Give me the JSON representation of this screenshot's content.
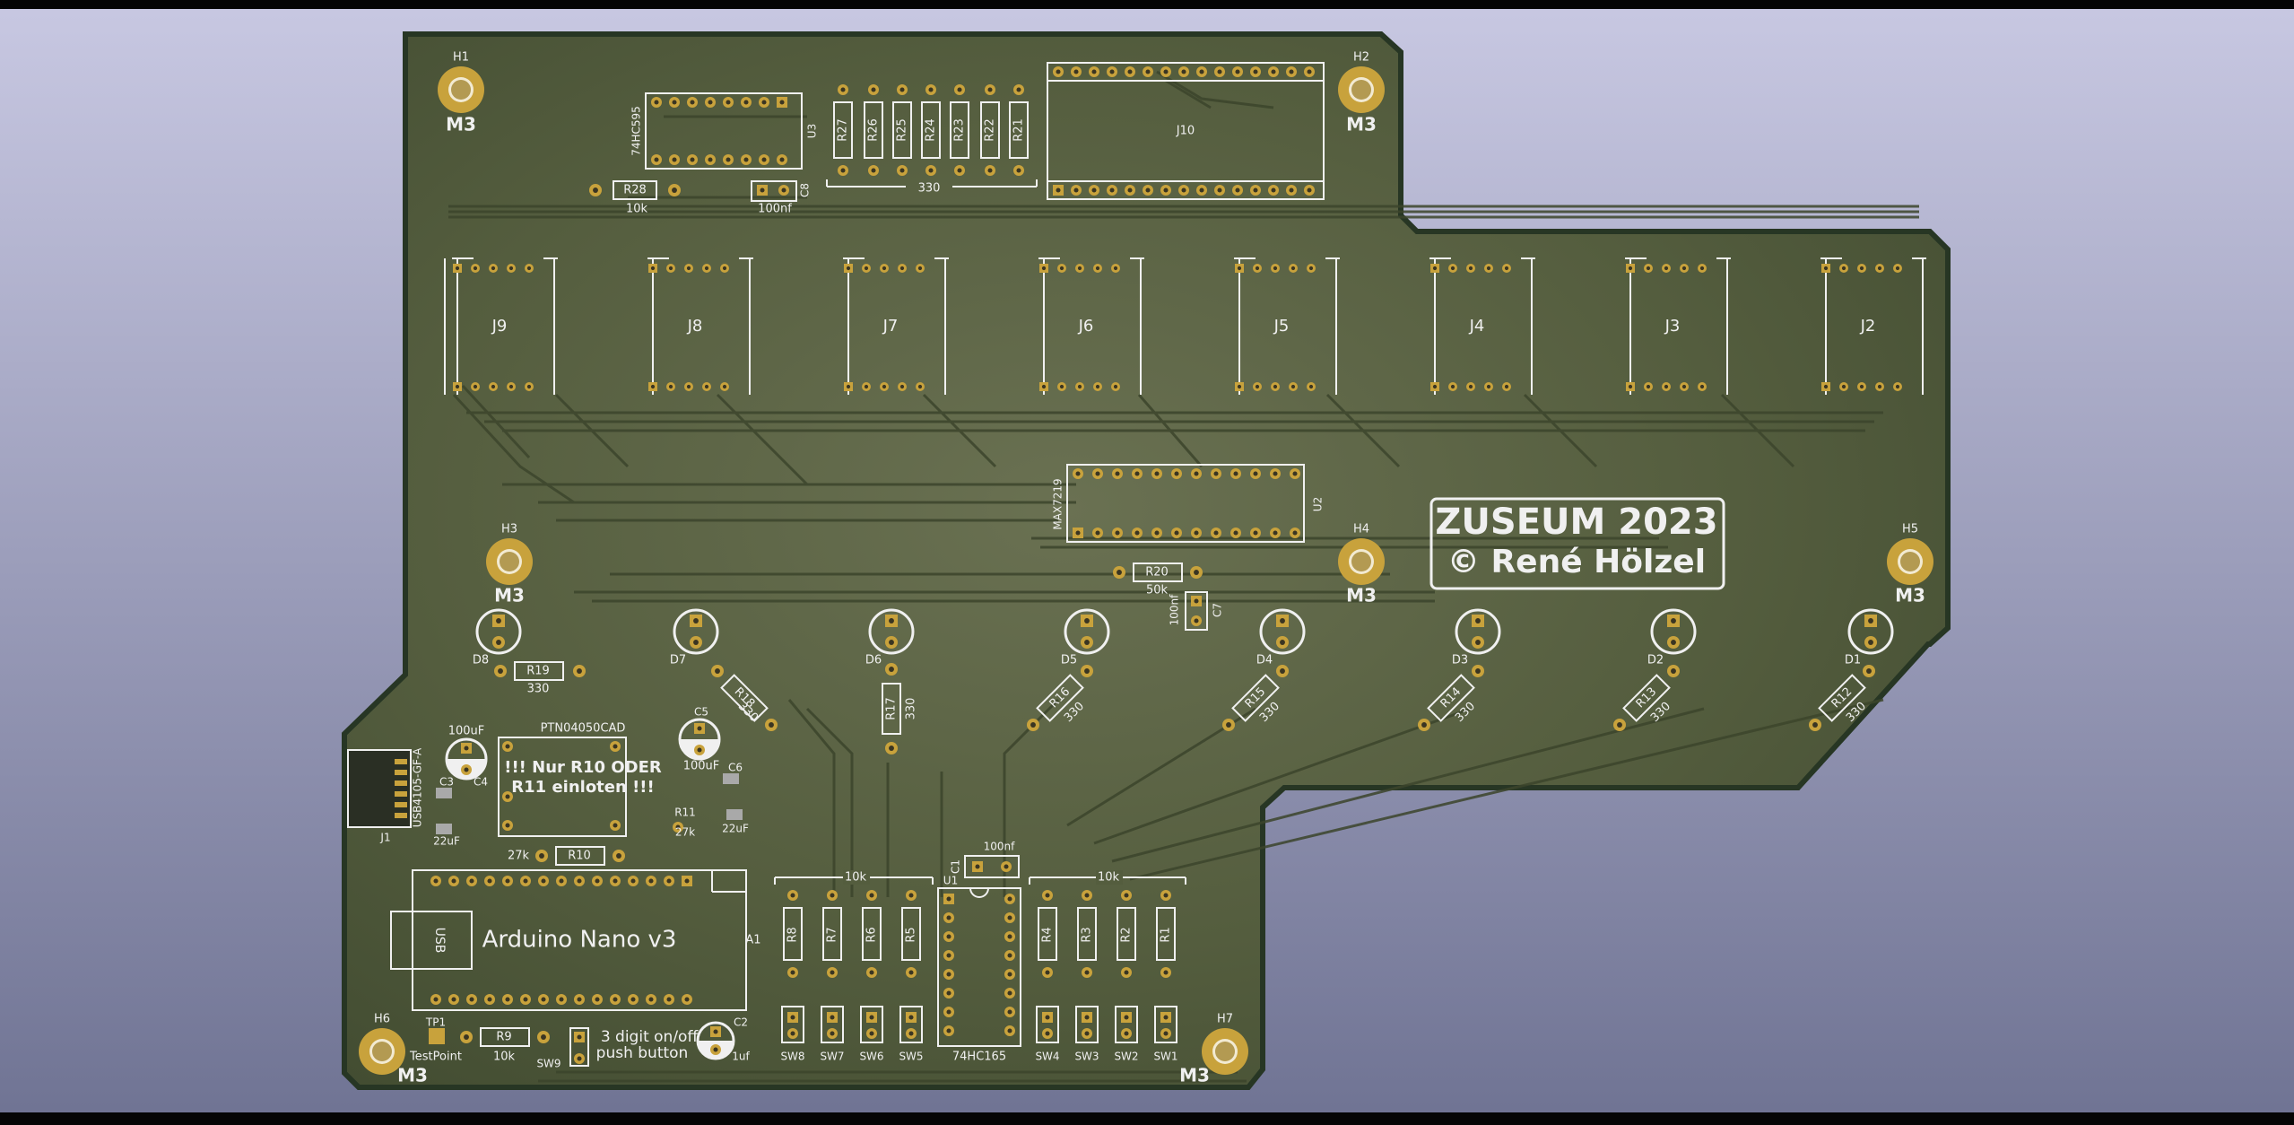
{
  "colors": {
    "background_top": "#c8c8e0",
    "background_bottom": "#6f7393",
    "board_fill": "#4c5638",
    "board_fill_light": "#6d7454",
    "board_edge": "#2a3a28",
    "track": "#3f482e",
    "pad": "#c8a23c",
    "pad_hole": "#3a3522",
    "silkscreen": "#f0f0f0",
    "ref_text": "#e8e8e8"
  },
  "board": {
    "title_line1": "ZUSEUM 2023",
    "title_line2": "© René Hölzel",
    "warning_line1": "!!! Nur R10 ODER",
    "warning_line2": "R11 einloten !!!",
    "arduino_label": "Arduino Nano v3",
    "usb_label": "USB",
    "pushbutton_line1": "3 digit on/off",
    "pushbutton_line2": "push button"
  },
  "mounting_holes": [
    {
      "ref": "H1",
      "label": "M3"
    },
    {
      "ref": "H2",
      "label": "M3"
    },
    {
      "ref": "H3",
      "label": "M3"
    },
    {
      "ref": "H4",
      "label": "M3"
    },
    {
      "ref": "H5",
      "label": "M3"
    },
    {
      "ref": "H6",
      "label": "M3"
    },
    {
      "ref": "H7",
      "label": "M3"
    }
  ],
  "connectors": [
    "J9",
    "J8",
    "J7",
    "J6",
    "J5",
    "J4",
    "J3",
    "J2"
  ],
  "ics": {
    "u3_ref": "U3",
    "u3_part": "74HC595",
    "u2_ref": "U2",
    "u2_part": "MAX7219",
    "u1_ref": "U1",
    "u1_part": "74HC165",
    "j10_ref": "J10",
    "a1_ref": "A1",
    "j1_ref": "J1",
    "j1_part": "USB4105-GF-A",
    "ptn_part": "PTN04050CAD"
  },
  "resistor_bank_top": {
    "refs": [
      "R27",
      "R26",
      "R25",
      "R24",
      "R23",
      "R22",
      "R21"
    ],
    "value": "330"
  },
  "resistor_bank_left": {
    "refs": [
      "R8",
      "R7",
      "R6",
      "R5"
    ],
    "value": "10k"
  },
  "resistor_bank_right": {
    "refs": [
      "R4",
      "R3",
      "R2",
      "R1"
    ],
    "value": "10k"
  },
  "switches": [
    "SW8",
    "SW7",
    "SW6",
    "SW5",
    "SW4",
    "SW3",
    "SW2",
    "SW1"
  ],
  "leds": [
    "D8",
    "D7",
    "D6",
    "D5",
    "D4",
    "D3",
    "D2",
    "D1"
  ],
  "led_resistors": [
    {
      "ref": "R19",
      "value": "330"
    },
    {
      "ref": "R18",
      "value": "330"
    },
    {
      "ref": "R17",
      "value": "330"
    },
    {
      "ref": "R16",
      "value": "330"
    },
    {
      "ref": "R15",
      "value": "330"
    },
    {
      "ref": "R14",
      "value": "330"
    },
    {
      "ref": "R13",
      "value": "330"
    },
    {
      "ref": "R12",
      "value": "330"
    }
  ],
  "misc": {
    "r28_ref": "R28",
    "r28_value": "10k",
    "c8_ref": "C8",
    "c8_value": "100nf",
    "r20_ref": "R20",
    "r20_value": "50k",
    "c7_ref": "C7",
    "c7_value": "100nf",
    "c5_ref": "C5",
    "c5_value": "100uF",
    "c5_top": "100uF",
    "c4_ref": "C4",
    "c4_value": "100uF",
    "c3_ref": "C3",
    "c3_value": "22uF",
    "c6_ref": "C6",
    "c6_value": "22uF",
    "r11_ref": "R11",
    "r11_value": "27k",
    "r10_ref": "R10",
    "r10_value": "27k",
    "c1_ref": "C1",
    "c1_value": "100nf",
    "r9_ref": "R9",
    "r9_value": "10k",
    "tp1_ref": "TP1",
    "tp1_label": "TestPoint",
    "sw9_ref": "SW9",
    "c2_ref": "C2",
    "c2_value": "1uf"
  }
}
